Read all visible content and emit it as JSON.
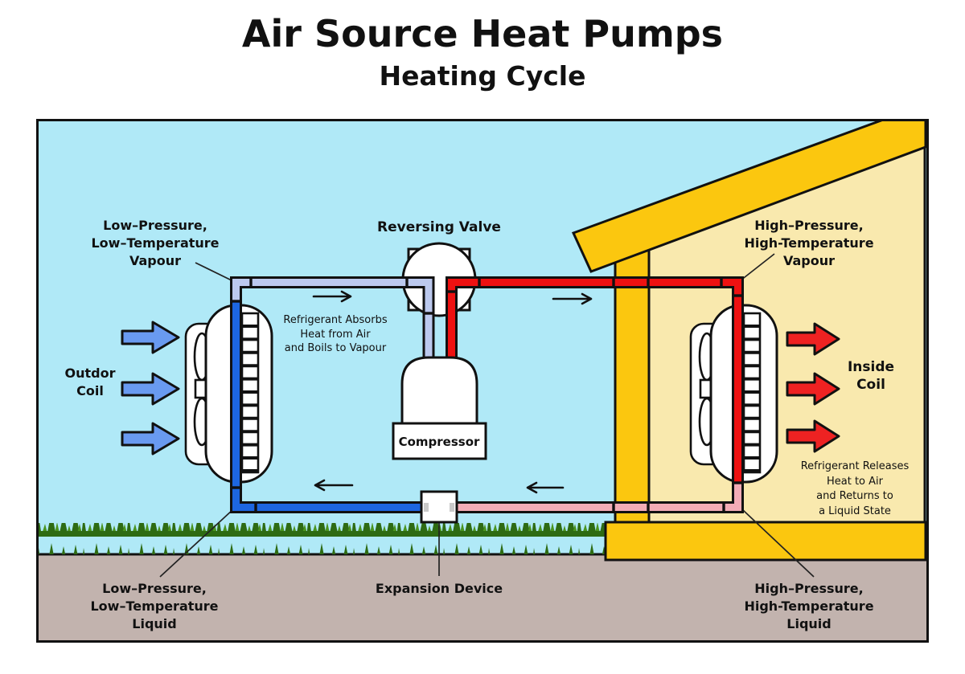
{
  "title": "Air Source Heat Pumps",
  "subtitle": "Heating Cycle",
  "labels": {
    "low_pressure_vapour": "Low–Pressure,\nLow–Temperature\nVapour",
    "reversing_valve": "Reversing Valve",
    "high_pressure_vapour": "High–Pressure,\nHigh-Temperature\nVapour",
    "outdoor_coil": "Outdor\nCoil",
    "refrigerant_absorbs": "Refrigerant Absorbs\nHeat from Air\nand Boils to Vapour",
    "inside_coil": "Inside\nCoil",
    "refrigerant_releases": "Refrigerant Releases\nHeat to Air\nand Returns to\na Liquid State",
    "compressor": "Compressor",
    "expansion_device": "Expansion Device",
    "low_pressure_liquid": "Low–Pressure,\nLow–Temperature\nLiquid",
    "high_pressure_liquid": "High–Pressure,\nHigh-Temperature\nLiquid"
  },
  "colors": {
    "sky": "#b0e9f7",
    "ground": "#c2b3ae",
    "grass_dark": "#2e6b13",
    "grass_mid": "#4a941e",
    "roof_gold": "#fbc70f",
    "house_interior": "#f9e9ae",
    "pipe_blue": "#1d66e0",
    "pipe_lavender": "#bcc9ee",
    "pipe_red": "#ee1111",
    "pipe_pink": "#f3acb6",
    "arrow_blue": "#699af0",
    "arrow_red": "#ee2222",
    "component_fill": "#ffffff",
    "text": "#111111"
  }
}
